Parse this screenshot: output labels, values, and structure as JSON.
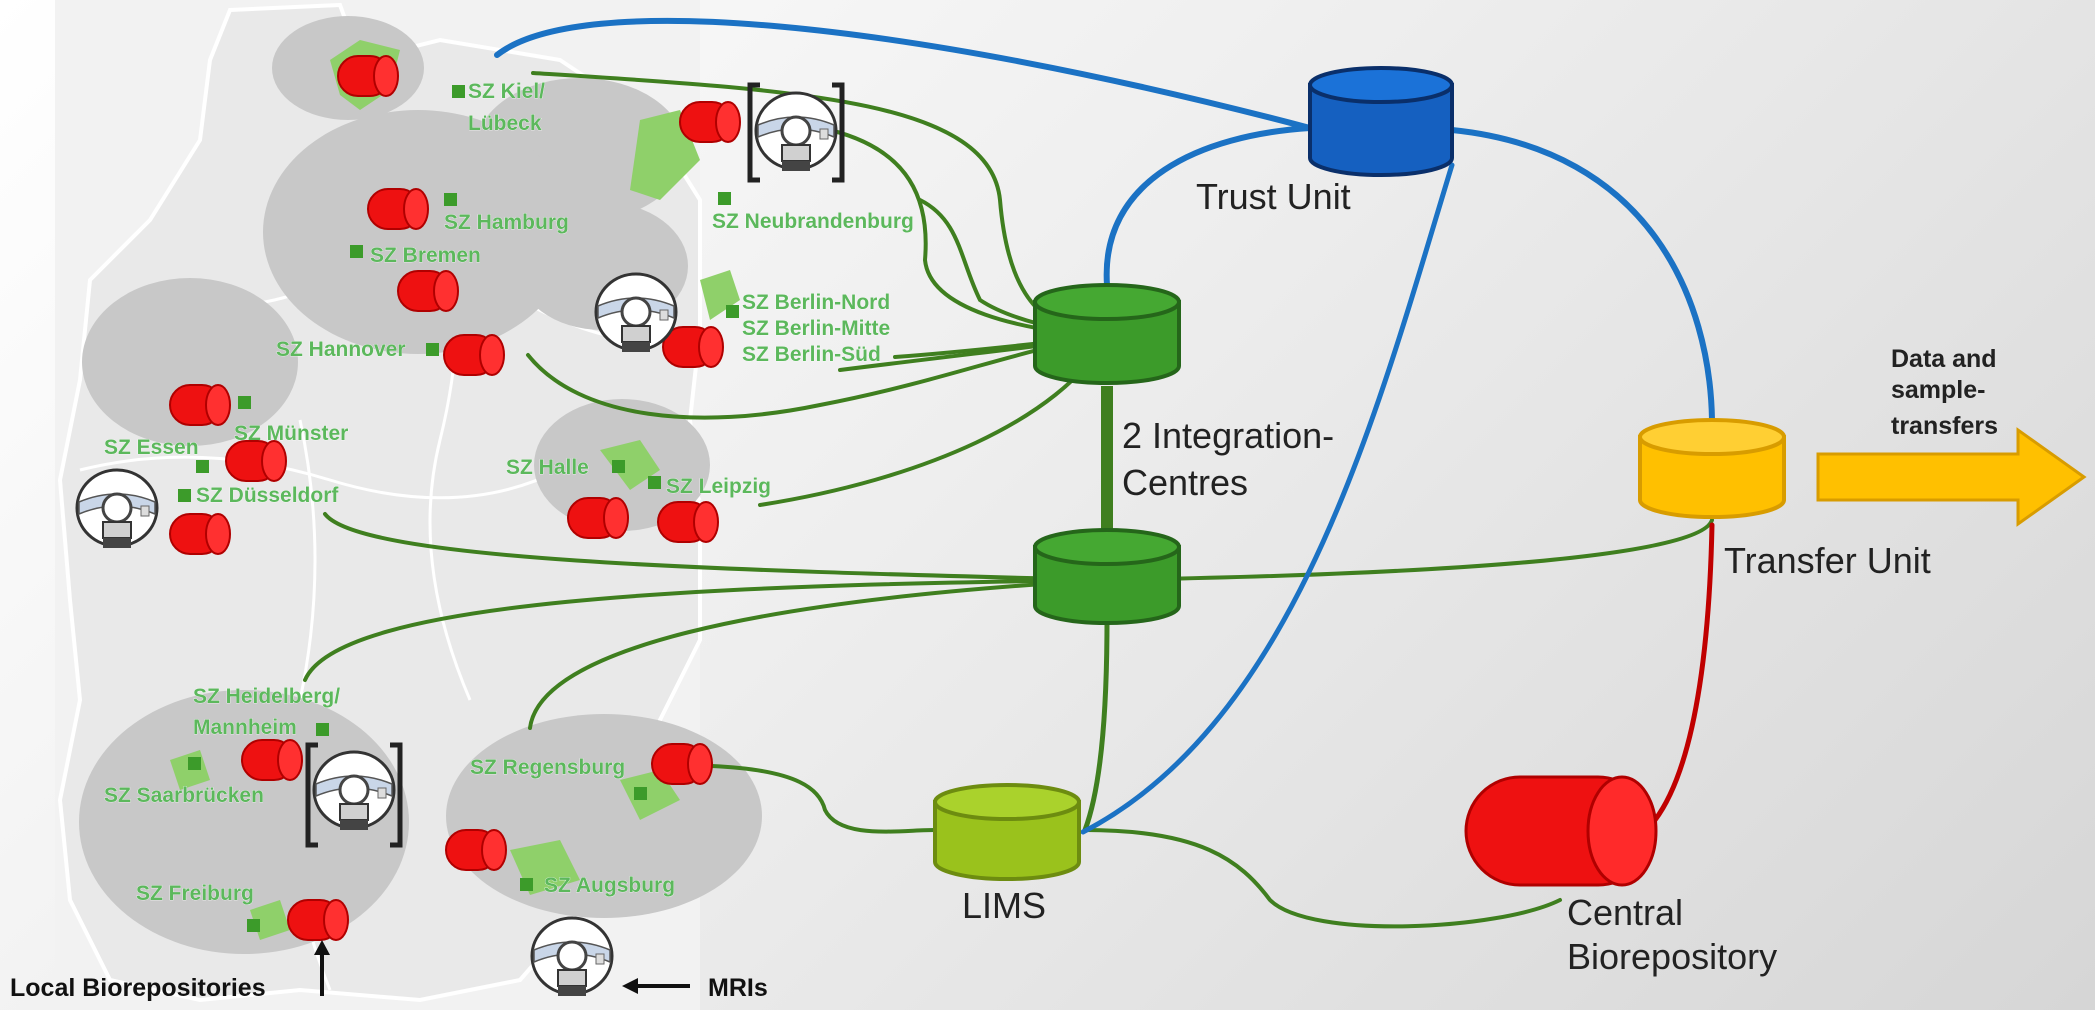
{
  "map": {
    "sites": {
      "kiel": "SZ Kiel/",
      "kiel2": "Lübeck",
      "hamburg": "SZ Hamburg",
      "bremen": "SZ Bremen",
      "hannover": "SZ Hannover",
      "neubrandenburg": "SZ Neubrandenburg",
      "berlin_nord": "SZ Berlin-Nord",
      "berlin_mitte": "SZ Berlin-Mitte",
      "berlin_sued": "SZ Berlin-Süd",
      "muenster": "SZ Münster",
      "essen": "SZ Essen",
      "duesseldorf": "SZ Düsseldorf",
      "halle": "SZ Halle",
      "leipzig": "SZ Leipzig",
      "heidelberg": "SZ Heidelberg/",
      "heidelberg2": "Mannheim",
      "saarbruecken": "SZ Saarbrücken",
      "freiburg": "SZ Freiburg",
      "regensburg": "SZ Regensburg",
      "augsburg": "SZ Augsburg"
    },
    "local_biorepositories_label": "Local Biorepositories",
    "mris_label": "MRIs"
  },
  "network": {
    "trust_unit": "Trust Unit",
    "integration_line1": "2 Integration-",
    "integration_line2": "Centres",
    "lims": "LIMS",
    "transfer_unit": "Transfer Unit",
    "central_line1": "Central",
    "central_line2": "Biorepository",
    "transfers_line1": "Data and",
    "transfers_line2": "sample-",
    "transfers_line3": "transfers"
  },
  "colors": {
    "green_link": "#3f7f1f",
    "blue_link": "#1b72c4",
    "red_link": "#c00000",
    "site_text": "#5cb85c",
    "biorepo": "#ee1111",
    "integration": "#3c9b2a",
    "lims": "#9ac21c",
    "trust": "#1560c0",
    "transfer": "#ffc000",
    "map_bg": "#f0f0f0",
    "region": "#c8c8c8"
  }
}
